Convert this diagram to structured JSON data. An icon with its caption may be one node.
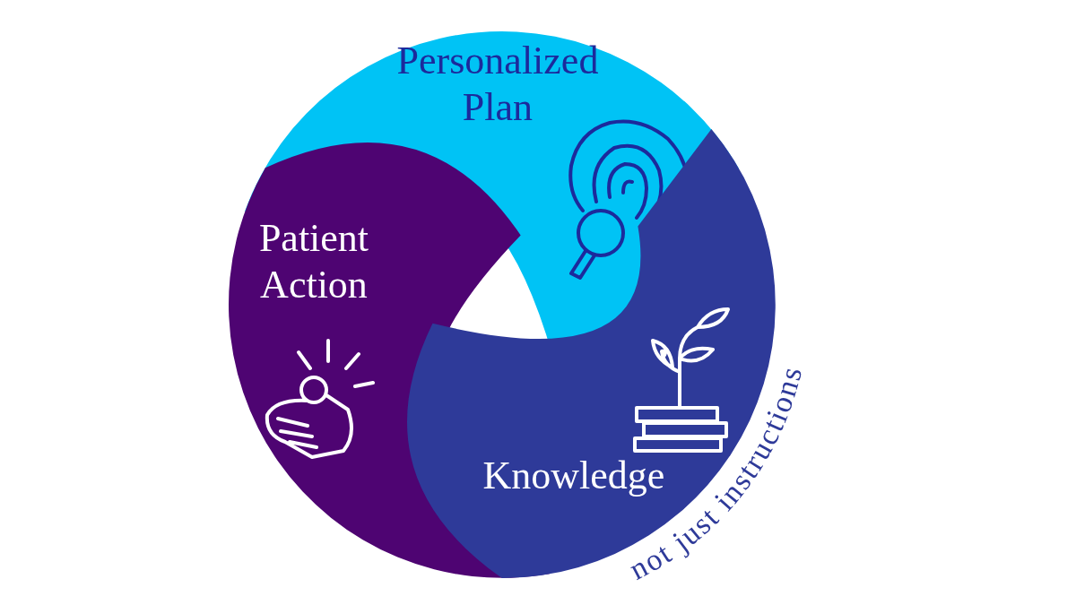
{
  "diagram": {
    "nodes": [
      {
        "text": [
          "Personalized Plan"
        ]
      },
      {
        "text": [
          "Patient Action"
        ]
      },
      {
        "text": [
          "Knowledge"
        ]
      }
    ],
    "labels": [
      "not just instructions"
    ]
  }
}
